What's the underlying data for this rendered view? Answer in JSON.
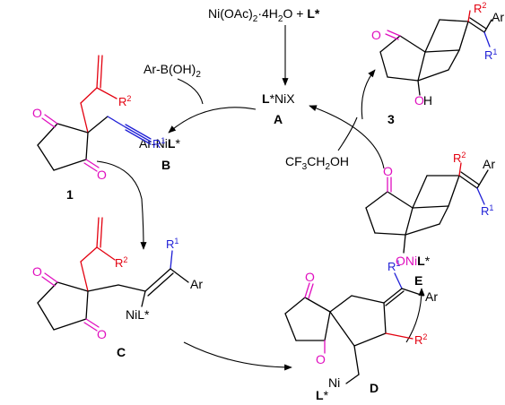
{
  "colors": {
    "bond": "#000000",
    "alkene_R2": "#e3000f",
    "alkyne_R1": "#1f1fd6",
    "carbonyl_O": "#e00fbf"
  },
  "reagents": {
    "catalyst_metal": "Ni(OAc)",
    "catalyst_sub1": "2",
    "catalyst_water": "·4H",
    "catalyst_sub2": "2",
    "catalyst_o": "O + ",
    "catalyst_ligand": "L*",
    "boronic": "Ar-B(OH)",
    "boronic_sub": "2",
    "alcohol_a": "CF",
    "alcohol_sub1": "3",
    "alcohol_b": "CH",
    "alcohol_sub2": "2",
    "alcohol_c": "OH"
  },
  "species": {
    "A": {
      "label": "A",
      "formula_bold": "L",
      "formula_rest": "*NiX"
    },
    "B": {
      "label": "B",
      "formula_rest": "Ar-Ni",
      "formula_bold": "L",
      "formula_star": "*"
    },
    "C": {
      "label": "C",
      "nickel": "NiL*"
    },
    "D": {
      "label": "D",
      "nickel": "Ni",
      "ligand": "L",
      "star": "*"
    },
    "E": {
      "label": "E",
      "onil": "ONi",
      "onil_bold": "L",
      "onil_star": "*"
    },
    "one": {
      "label": "1"
    },
    "three": {
      "label": "3",
      "oh": "OH"
    }
  },
  "atoms": {
    "O": "O",
    "R1": "R",
    "R1_sup": "1",
    "R2": "R",
    "R2_sup": "2",
    "Ar": "Ar"
  }
}
